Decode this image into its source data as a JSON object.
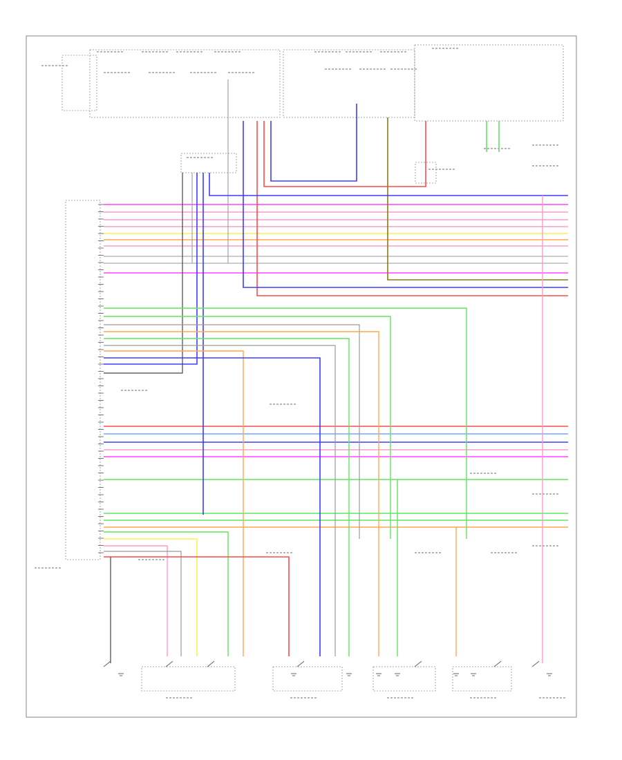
{
  "footer": {
    "code": ""
  },
  "colors": {
    "frame": "#9a9a9a",
    "component_outline": "#8c8c8c",
    "text": "#555555",
    "wire_magenta": "#ff44ff",
    "wire_red": "#ff4a4a",
    "wire_pink": "#ff9acb",
    "wire_orange": "#ffa64d",
    "wire_yellow": "#ffee55",
    "wire_green": "#5ee65e",
    "wire_blue": "#3b3bff",
    "wire_lightblue": "#6fa8ff",
    "wire_olive": "#8a7a10",
    "wire_gray": "#9a9a9a",
    "wire_black": "#444444"
  },
  "icons": [
    "ground-symbol",
    "switch-symbol",
    "connector-pin-symbol"
  ]
}
